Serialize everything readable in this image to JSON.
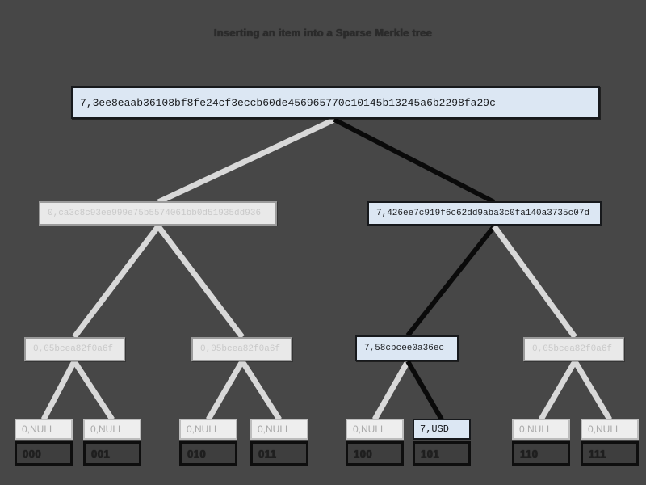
{
  "title": "Inserting an item into a Sparse Merkle tree",
  "colors": {
    "background": "#474747",
    "active_node_fill": "#dce7f3",
    "active_node_border": "#17191c",
    "inactive_node_fill": "#e9e9e9",
    "inactive_node_border": "#9b9b9b",
    "inactive_text": "#c9c9c9",
    "active_edge": "#0a0a0a",
    "inactive_edge": "#d8d8d8",
    "index_box_fill": "#3e3e3e",
    "index_box_border": "#0e0e0e"
  },
  "tree": {
    "root": {
      "label": "7,3ee8eaab36108bf8fe24cf3eccb60de456965770c10145b13245a6b2298fa29c",
      "state": "active"
    },
    "level1": [
      {
        "label": "0,ca3c8c93ee999e75b5574061bb0d51935dd936",
        "state": "inactive"
      },
      {
        "label": "7,426ee7c919f6c62dd9aba3c0fa140a3735c07d",
        "state": "active"
      }
    ],
    "level2": [
      {
        "label": "0,05bcea82f0a6f",
        "state": "inactive"
      },
      {
        "label": "0,05bcea82f0a6f",
        "state": "inactive"
      },
      {
        "label": "7,58cbcee0a36ec",
        "state": "active"
      },
      {
        "label": "0,05bcea82f0a6f",
        "state": "inactive"
      }
    ],
    "leaves": [
      {
        "value": "0,NULL",
        "index": "000",
        "state": "inactive"
      },
      {
        "value": "0,NULL",
        "index": "001",
        "state": "inactive"
      },
      {
        "value": "0,NULL",
        "index": "010",
        "state": "inactive"
      },
      {
        "value": "0,NULL",
        "index": "011",
        "state": "inactive"
      },
      {
        "value": "0,NULL",
        "index": "100",
        "state": "inactive"
      },
      {
        "value": "7,USD",
        "index": "101",
        "state": "active"
      },
      {
        "value": "0,NULL",
        "index": "110",
        "state": "inactive"
      },
      {
        "value": "0,NULL",
        "index": "111",
        "state": "inactive"
      }
    ]
  }
}
